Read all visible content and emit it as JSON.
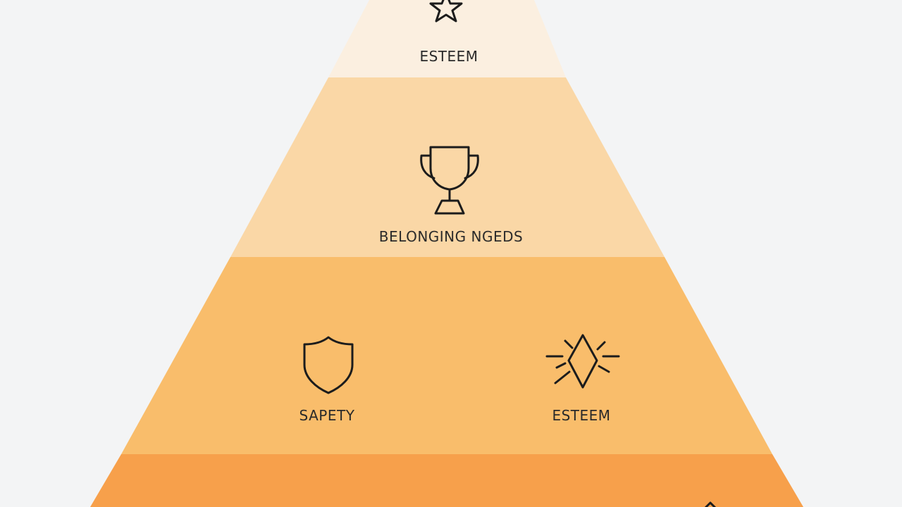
{
  "diagram": {
    "tiers": [
      {
        "id": "top",
        "color": "#fbefe0",
        "labels": [
          "ESTEEM"
        ],
        "icons": [
          "star-icon"
        ]
      },
      {
        "id": "second",
        "color": "#fad7a6",
        "labels": [
          "BELONGING NGEDS"
        ],
        "icons": [
          "trophy-icon"
        ]
      },
      {
        "id": "third",
        "color": "#f9bd6b",
        "labels": [
          "SAPETY",
          "ESTEEM"
        ],
        "icons": [
          "shield-icon",
          "sparkle-diamond-icon"
        ]
      },
      {
        "id": "bottom",
        "color": "#f7a04b",
        "labels": [],
        "icons": []
      }
    ],
    "background_color": "#f3f4f5"
  }
}
